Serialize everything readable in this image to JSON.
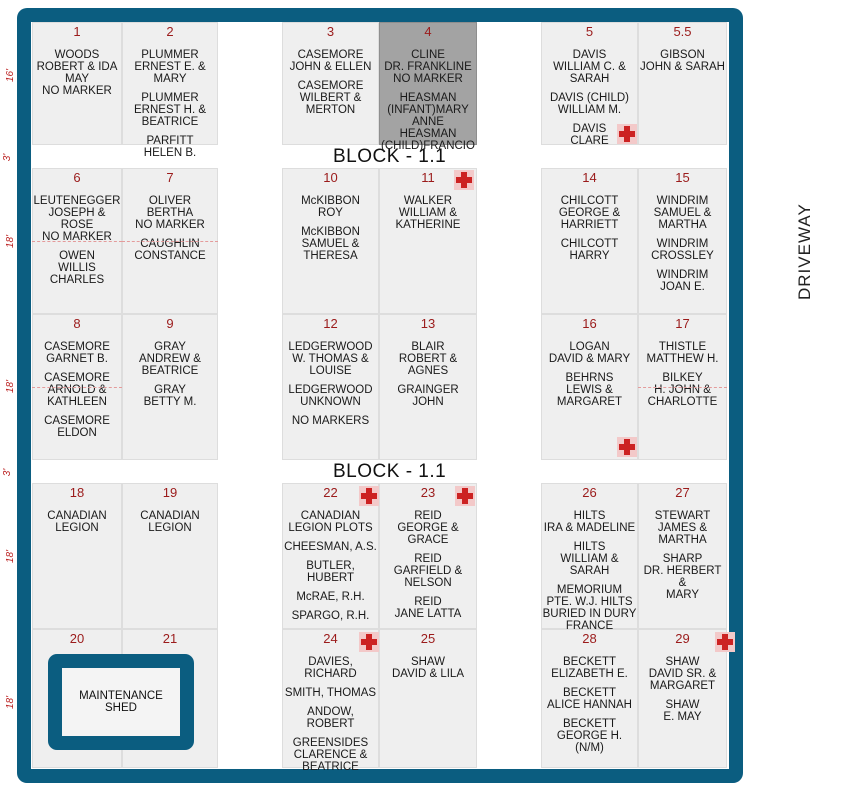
{
  "map": {
    "block_labels": [
      "BLOCK - 1.1",
      "BLOCK - 1.1"
    ],
    "driveway": "DRIVEWAY",
    "shed": "MAINTENANCE\nSHED",
    "dimensions": [
      "16'",
      "3'",
      "18'",
      "18'",
      "3'",
      "18'",
      "18'"
    ],
    "colors": {
      "frame": "#0b5d80",
      "plot_number": "#9b1b1b",
      "shaded_plot": "#a3a3a3",
      "grave_marker": "#cc2222"
    }
  },
  "plots": [
    {
      "num": "1",
      "entries": [
        "WOODS\nROBERT & IDA MAY\nNO MARKER"
      ]
    },
    {
      "num": "2",
      "entries": [
        "PLUMMER\nERNEST E. & MARY",
        "PLUMMER\nERNEST H. &\nBEATRICE",
        "PARFITT\nHELEN B."
      ]
    },
    {
      "num": "3",
      "entries": [
        "CASEMORE\nJOHN & ELLEN",
        "CASEMORE\nWILBERT &\nMERTON"
      ]
    },
    {
      "num": "4",
      "entries": [
        "CLINE\nDR. FRANKLINE\nNO MARKER",
        "HEASMAN\n(INFANT)MARY ANNE\nHEASMAN\n(CHILD)FRANCIO"
      ]
    },
    {
      "num": "5",
      "entries": [
        "DAVIS\nWILLIAM C. &\nSARAH",
        "DAVIS (CHILD)\nWILLIAM M.",
        "DAVIS\nCLARE"
      ]
    },
    {
      "num": "5.5",
      "entries": [
        "GIBSON\nJOHN & SARAH"
      ]
    },
    {
      "num": "6",
      "entries": [
        "LEUTENEGGER\nJOSEPH & ROSE\nNO MARKER",
        "OWEN\nWILLIS CHARLES"
      ]
    },
    {
      "num": "7",
      "entries": [
        "OLIVER\nBERTHA\nNO MARKER",
        "CAUGHLIN\nCONSTANCE"
      ]
    },
    {
      "num": "10",
      "entries": [
        "McKIBBON\nROY",
        "McKIBBON\nSAMUEL &\nTHERESA"
      ]
    },
    {
      "num": "11",
      "entries": [
        "WALKER\nWILLIAM &\nKATHERINE"
      ]
    },
    {
      "num": "14",
      "entries": [
        "CHILCOTT\nGEORGE &\nHARRIETT",
        "CHILCOTT\nHARRY"
      ]
    },
    {
      "num": "15",
      "entries": [
        "WINDRIM\nSAMUEL & MARTHA",
        "WINDRIM\nCROSSLEY",
        "WINDRIM\nJOAN E."
      ]
    },
    {
      "num": "8",
      "entries": [
        "CASEMORE\nGARNET B.",
        "CASEMORE\nARNOLD &\nKATHLEEN",
        "CASEMORE\nELDON"
      ]
    },
    {
      "num": "9",
      "entries": [
        "GRAY\nANDREW &\nBEATRICE",
        "GRAY\nBETTY M."
      ]
    },
    {
      "num": "12",
      "entries": [
        "LEDGERWOOD\nW. THOMAS &\nLOUISE",
        "LEDGERWOOD\nUNKNOWN",
        "NO MARKERS"
      ]
    },
    {
      "num": "13",
      "entries": [
        "BLAIR\nROBERT & AGNES",
        "GRAINGER\nJOHN"
      ]
    },
    {
      "num": "16",
      "entries": [
        "LOGAN\nDAVID & MARY",
        "BEHRNS\nLEWIS &\nMARGARET"
      ]
    },
    {
      "num": "17",
      "entries": [
        "THISTLE\nMATTHEW H.",
        "BILKEY\nH. JOHN &\nCHARLOTTE"
      ]
    },
    {
      "num": "18",
      "entries": [
        "CANADIAN\nLEGION"
      ]
    },
    {
      "num": "19",
      "entries": [
        "CANADIAN\nLEGION"
      ]
    },
    {
      "num": "22",
      "entries": [
        "CANADIAN\nLEGION PLOTS",
        "CHEESMAN, A.S.",
        "BUTLER, HUBERT",
        "McRAE, R.H.",
        "SPARGO, R.H."
      ]
    },
    {
      "num": "23",
      "entries": [
        "REID\nGEORGE & GRACE",
        "REID\nGARFIELD &\nNELSON",
        "REID\nJANE LATTA"
      ]
    },
    {
      "num": "26",
      "entries": [
        "HILTS\nIRA & MADELINE",
        "HILTS\nWILLIAM & SARAH",
        "MEMORIUM\nPTE. W.J. HILTS\nBURIED IN DURY\nFRANCE"
      ]
    },
    {
      "num": "27",
      "entries": [
        "STEWART\nJAMES & MARTHA",
        "SHARP\nDR. HERBERT &\nMARY"
      ]
    },
    {
      "num": "20",
      "entries": []
    },
    {
      "num": "21",
      "entries": []
    },
    {
      "num": "24",
      "entries": [
        "DAVIES, RICHARD",
        "SMITH, THOMAS",
        "ANDOW, ROBERT",
        "GREENSIDES\nCLARENCE &\nBEATRICE"
      ]
    },
    {
      "num": "25",
      "entries": [
        "SHAW\nDAVID & LILA"
      ]
    },
    {
      "num": "28",
      "entries": [
        "BECKETT\nELIZABETH E.",
        "BECKETT\nALICE HANNAH",
        "BECKETT\nGEORGE H. (N/M)"
      ]
    },
    {
      "num": "29",
      "entries": [
        "SHAW\nDAVID SR. &\nMARGARET",
        "SHAW\nE. MAY"
      ]
    }
  ]
}
